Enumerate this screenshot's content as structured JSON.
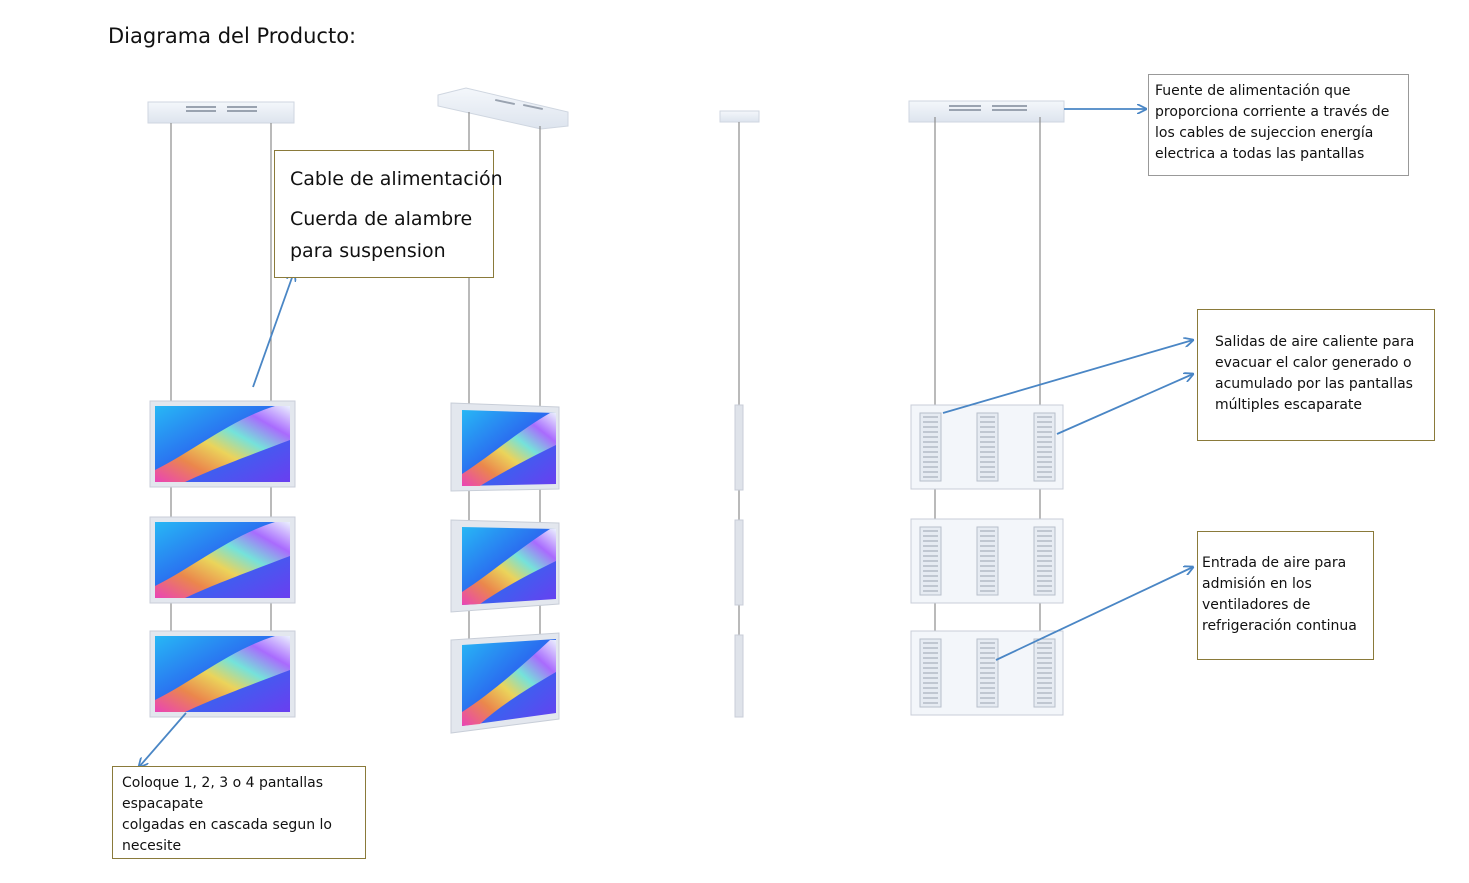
{
  "title": "Diagrama del Producto:",
  "callouts": {
    "cable": {
      "line1": "Cable de alimentación",
      "line2": "Cuerda de alambre",
      "line3": "para suspension"
    },
    "power": {
      "line1": "Fuente de alimentación que",
      "line2": "proporciona corriente a través de",
      "line3": "los cables de sujeccion energía",
      "line4": "electrica a todas las pantallas"
    },
    "hot_air": {
      "line1": "Salidas de aire caliente para",
      "line2": "evacuar el calor generado o",
      "line3": "acumulado por las pantallas",
      "line4": "múltiples escaparate"
    },
    "air_in": {
      "line1": "Entrada de aire para",
      "line2": "admisión en los",
      "line3": "ventiladores de",
      "line4": "refrigeración continua"
    },
    "placement": {
      "line1": "Coloque 1, 2, 3 o 4 pantallas",
      "line2": "espacapate",
      "line3": "colgadas en cascada segun lo",
      "line4": "necesite"
    }
  },
  "colors": {
    "arrow": "#4a86c5",
    "callout_border": "#8a7a3a",
    "cable": "#8c8c8c",
    "frame": "#e3e7ee",
    "screen_blue": "#2a7ef0",
    "screen_purple": "#6a4cf0"
  }
}
